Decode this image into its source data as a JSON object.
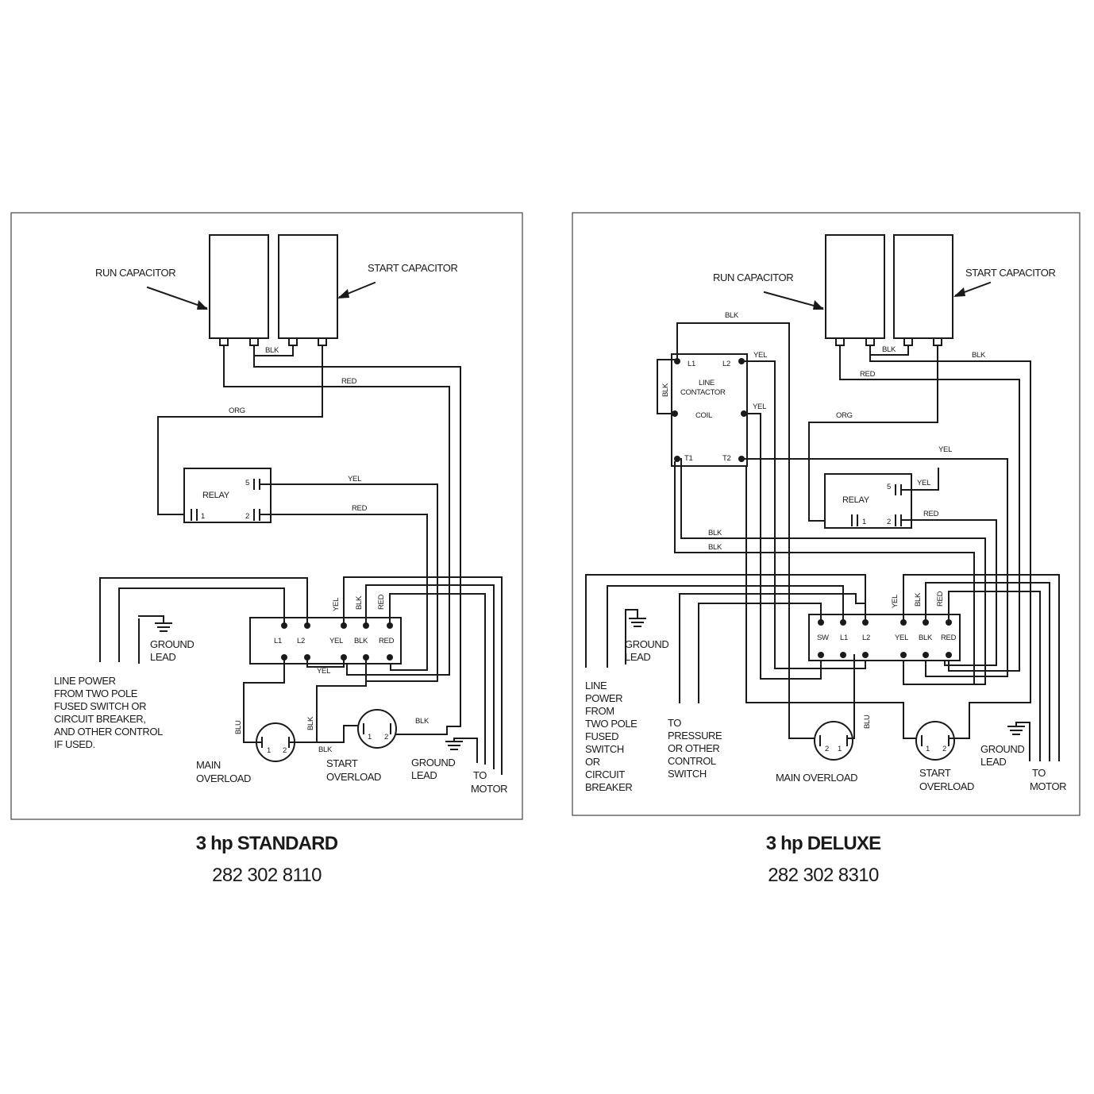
{
  "standard": {
    "title": "3 hp STANDARD",
    "part_number": "282 302 8110",
    "labels": {
      "run_capacitor": "RUN CAPACITOR",
      "start_capacitor": "START CAPACITOR",
      "relay": "RELAY",
      "relay_terminal_5": "5",
      "relay_terminal_2": "2",
      "relay_terminal_1": "1",
      "ground_lead_1": "GROUND",
      "ground_lead_2": "LEAD",
      "line_power": [
        "LINE POWER",
        "FROM TWO POLE",
        "FUSED SWITCH OR",
        "CIRCUIT BREAKER,",
        "AND OTHER CONTROL",
        "IF USED."
      ],
      "main_overload": [
        "MAIN",
        "OVERLOAD"
      ],
      "start_overload": [
        "START",
        "OVERLOAD"
      ],
      "ground_lead_motor": [
        "GROUND",
        "LEAD"
      ],
      "to_motor": [
        "TO",
        "MOTOR"
      ],
      "terminals": [
        "L1",
        "L2",
        "YEL",
        "BLK",
        "RED"
      ],
      "overload_pins": [
        "1",
        "2"
      ]
    },
    "wires": {
      "blk_caps": "BLK",
      "red": "RED",
      "org": "ORG",
      "yel_relay": "YEL",
      "red_relay": "RED",
      "yel_top": "YEL",
      "blk_top": "BLK",
      "red_top": "RED",
      "yel_bottom": "YEL",
      "blu": "BLU",
      "blk_main": "BLK",
      "blk_bottom": "BLK",
      "blk_start": "BLK"
    }
  },
  "deluxe": {
    "title": "3 hp DELUXE",
    "part_number": "282 302 8310",
    "labels": {
      "run_capacitor": "RUN CAPACITOR",
      "start_capacitor": "START CAPACITOR",
      "contactor_l1": "L1",
      "contactor_l2": "L2",
      "contactor_name_1": "LINE",
      "contactor_name_2": "CONTACTOR",
      "coil": "COIL",
      "contactor_t1": "T1",
      "contactor_t2": "T2",
      "relay": "RELAY",
      "relay_terminal_5": "5",
      "relay_terminal_2": "2",
      "relay_terminal_1": "1",
      "ground_lead_1": "GROUND",
      "ground_lead_2": "LEAD",
      "line_power": [
        "LINE",
        "POWER",
        "FROM",
        "TWO POLE",
        "FUSED",
        "SWITCH",
        "OR",
        "CIRCUIT",
        "BREAKER"
      ],
      "pressure_switch": [
        "TO",
        "PRESSURE",
        "OR OTHER",
        "CONTROL",
        "SWITCH"
      ],
      "main_overload": "MAIN OVERLOAD",
      "start_overload": [
        "START",
        "OVERLOAD"
      ],
      "ground_lead_motor": [
        "GROUND",
        "LEAD"
      ],
      "to_motor": [
        "TO",
        "MOTOR"
      ],
      "terminals_left": [
        "SW",
        "L1",
        "L2"
      ],
      "terminals_right": [
        "YEL",
        "BLK",
        "RED"
      ],
      "main_pins": [
        "2",
        "1"
      ],
      "start_pins": [
        "1",
        "2"
      ]
    },
    "wires": {
      "blk_top": "BLK",
      "yel_l2": "YEL",
      "blk_side": "BLK",
      "yel_coil": "YEL",
      "blk_caps": "BLK",
      "blk_right": "BLK",
      "red_caps": "RED",
      "org": "ORG",
      "yel_t2": "YEL",
      "yel_relay": "YEL",
      "red_relay": "RED",
      "blk_1": "BLK",
      "blk_2": "BLK",
      "yel_vert": "YEL",
      "blk_vert": "BLK",
      "red_vert": "RED",
      "blu": "BLU"
    }
  }
}
